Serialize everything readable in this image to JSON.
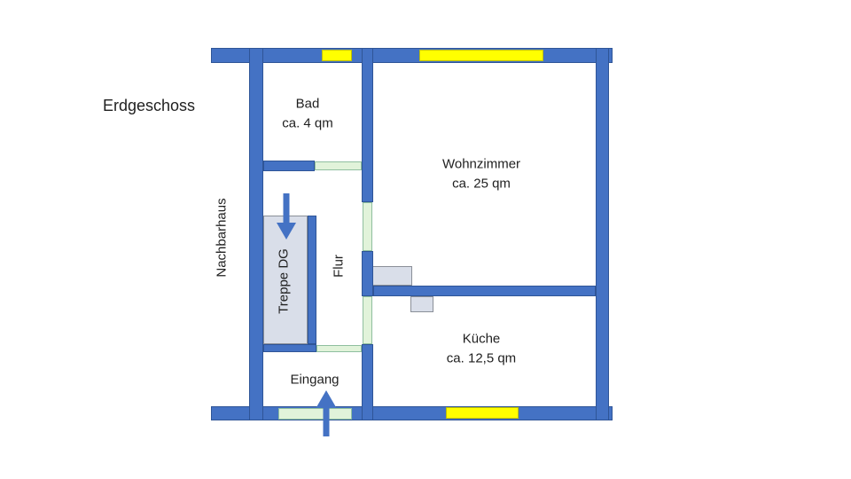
{
  "page": {
    "title": "Erdgeschoss"
  },
  "plan": {
    "neighbor_label": "Nachbarhaus",
    "rooms": {
      "bad": {
        "name": "Bad",
        "area": "ca. 4 qm"
      },
      "wohnzimmer": {
        "name": "Wohnzimmer",
        "area": "ca. 25 qm"
      },
      "kueche": {
        "name": "Küche",
        "area": "ca. 12,5 qm"
      },
      "flur": {
        "name": "Flur"
      },
      "eingang": {
        "name": "Eingang"
      },
      "treppe": {
        "name": "Treppe DG"
      }
    }
  },
  "colors": {
    "background": "#FFFFFF",
    "wall": "#4472C4",
    "wall_border": "#2F5597",
    "window": "#FFFF00",
    "window_border": "#BFBF00",
    "door": "#E1F3DA",
    "door_border": "#8FBF9F",
    "stairs_fill": "#D9DEE9",
    "stairs_border": "#8A8F98",
    "arrow": "#4472C4",
    "text": "#1F1F1F"
  }
}
